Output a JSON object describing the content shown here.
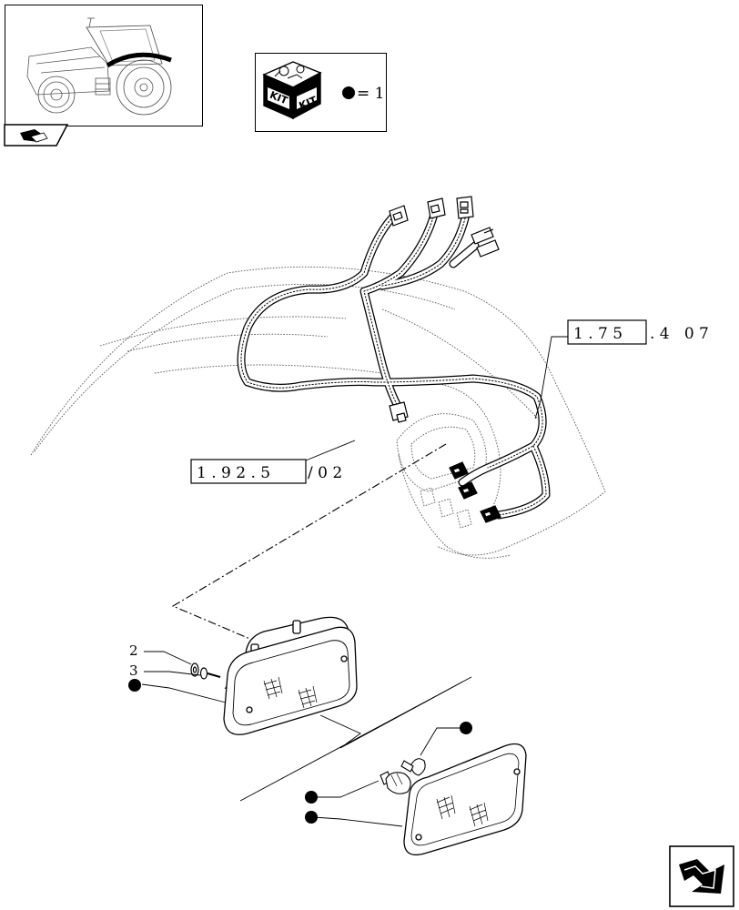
{
  "kit_legend": {
    "icon": "kit-box-icon",
    "badge_left": "KIT",
    "badge_right": "KIT",
    "equation": "= 1"
  },
  "references": [
    {
      "boxed": "1 . 7 5",
      "rest": ". 4   0 7"
    },
    {
      "boxed": "1 . 9 2 . 5",
      "rest": "/ 0 2"
    }
  ],
  "callouts": [
    "2",
    "3"
  ],
  "icons": {
    "thumbnail": "tractor-thumbnail-icon",
    "section_tab": "section-tab-icon",
    "navigation": "next-page-arrow-icon",
    "kit_marker": "kit-dot-icon"
  }
}
